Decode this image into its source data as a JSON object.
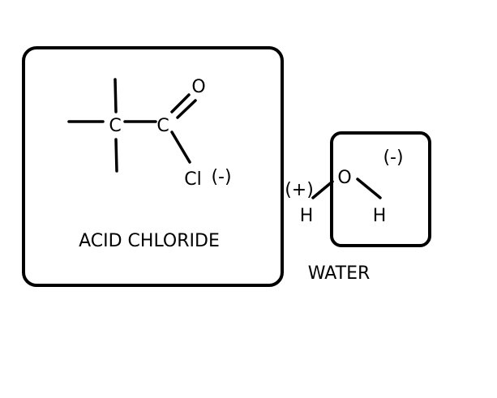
{
  "acid_chloride": {
    "atom_c1": "C",
    "atom_c2": "C",
    "atom_o": "O",
    "atom_cl": "Cl",
    "charge_cl": "(-)",
    "caption": "ACID CHLORIDE"
  },
  "water": {
    "atom_o": "O",
    "atom_h_left": "H",
    "atom_h_right": "H",
    "charge_o": "(-)",
    "charge_h": "(+)",
    "caption": "WATER"
  },
  "colors": {
    "ink": "#000000",
    "background": "#ffffff"
  }
}
